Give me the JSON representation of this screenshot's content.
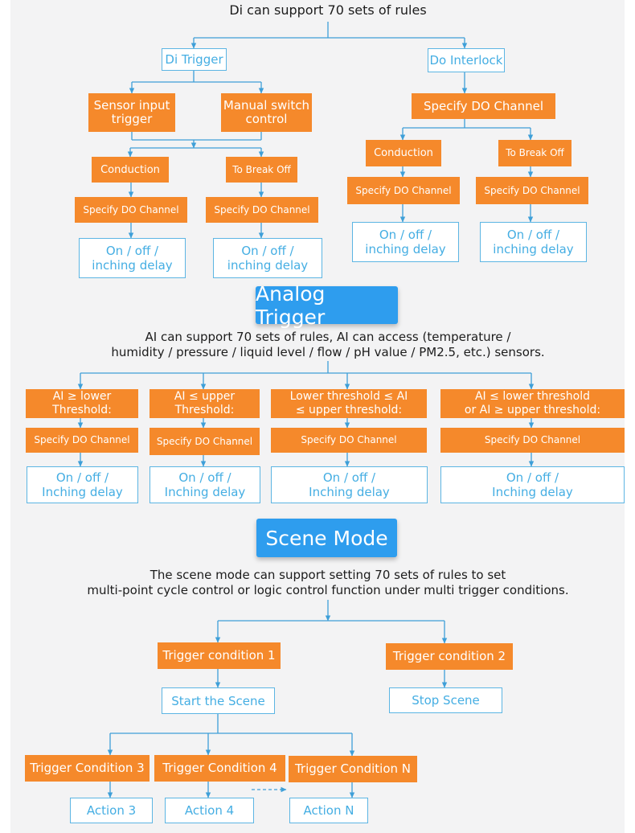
{
  "di": {
    "title": "Di can support 70 sets of rules",
    "trigger_label": "Di Trigger",
    "interlock_label": "Do Interlock",
    "sensor_input": "Sensor input\ntrigger",
    "manual_switch": "Manual switch\ncontrol",
    "conduction": "Conduction",
    "break_off": "To Break Off",
    "specify_do": "Specify DO Channel",
    "result": "On / off /\ninching delay",
    "interlock_specify": "Specify DO Channel",
    "interlock_conduction": "Conduction",
    "interlock_break_off": "To Break Off"
  },
  "analog": {
    "banner": "Analog Trigger",
    "description": "AI can support 70 sets of rules, AI can access (temperature /\nhumidity / pressure / liquid level / flow / pH value / PM2.5, etc.) sensors.",
    "conditions": [
      "AI ≥ lower\nThreshold:",
      "AI ≤ upper\nThreshold:",
      "Lower threshold ≤ AI\n≤ upper threshold:",
      "AI ≤ lower threshold\nor AI ≥ upper threshold:"
    ],
    "specify_do": "Specify DO Channel",
    "result": "On / off /\nInching delay"
  },
  "scene": {
    "banner": "Scene Mode",
    "description": "The scene mode can support setting 70 sets of rules to set\nmulti-point cycle control or logic control function under multi trigger conditions.",
    "trigger1": "Trigger condition 1",
    "trigger2": "Trigger condition 2",
    "start": "Start the Scene",
    "stop": "Stop Scene",
    "trigger3": "Trigger Condition 3",
    "trigger4": "Trigger Condition 4",
    "triggerN": "Trigger Condition N",
    "action3": "Action 3",
    "action4": "Action 4",
    "actionN": "Action N"
  },
  "colors": {
    "orange": "#f5892b",
    "blue_banner": "#2e9dee",
    "line": "#3e9fd8",
    "outline_text": "#45aee3"
  }
}
